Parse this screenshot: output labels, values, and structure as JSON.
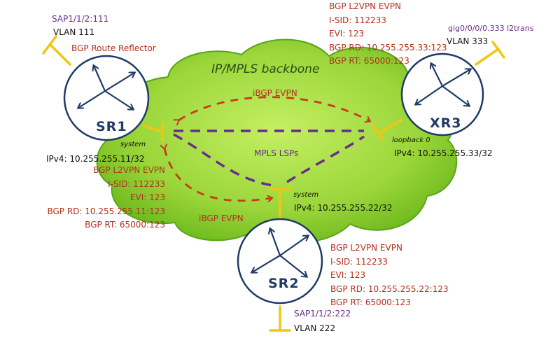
{
  "backbone": {
    "title": "IP/MPLS backbone",
    "lsp_label": "MPLS LSPs",
    "ibgp_top_label": "iBGP EVPN",
    "ibgp_bottom_label": "iBGP EVPN"
  },
  "routers": {
    "sr1": {
      "name": "SR1",
      "role": "BGP Route Reflector",
      "sap": "SAP1/1/2:111",
      "vlan": "VLAN 111",
      "interface": "system",
      "ipv4": "IPv4: 10.255.255.11/32",
      "evpn": {
        "service": "BGP L2VPN EVPN",
        "isid": "I-SID: 112233",
        "evi": "EVI: 123",
        "rd": "BGP RD: 10.255.255.11:123",
        "rt": "BGP RT: 65000:123"
      }
    },
    "sr2": {
      "name": "SR2",
      "sap": "SAP1/1/2:222",
      "vlan": "VLAN 222",
      "interface": "system",
      "ipv4": "IPv4: 10.255.255.22/32",
      "evpn": {
        "service": "BGP L2VPN EVPN",
        "isid": "I-SID: 112233",
        "evi": "EVI: 123",
        "rd": "BGP RD: 10.255.255.22:123",
        "rt": "BGP RT: 65000:123"
      }
    },
    "xr3": {
      "name": "XR3",
      "sap": "gig0/0/0/0.333 l2trans",
      "vlan": "VLAN 333",
      "interface": "loopback 0",
      "ipv4": "IPv4: 10.255.255.33/32",
      "evpn": {
        "service": "BGP L2VPN EVPN",
        "isid": "I-SID: 112233",
        "evi": "EVI: 123",
        "rd": "BGP RD: 10.255.255.33:123",
        "rt": "BGP RT: 65000:123"
      }
    }
  },
  "colors": {
    "cloud_light": "#c4ef62",
    "cloud_dark": "#6cb81c",
    "link_red": "#c93a1a",
    "lsp_purple": "#6a2b8a",
    "router_stroke": "#1f3a66",
    "attachment_yellow": "#f2c515"
  }
}
